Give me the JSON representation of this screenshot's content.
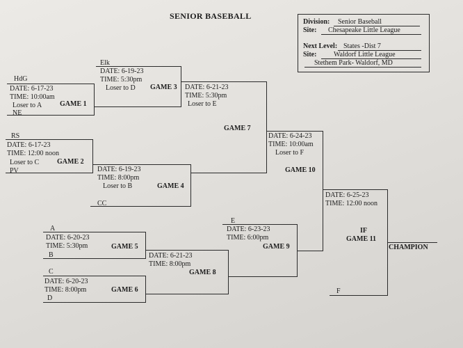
{
  "title": "SENIOR BASEBALL",
  "info": {
    "division_label": "Division:",
    "division_value": "Senior Baseball",
    "site_label": "Site:",
    "site_value": "Chesapeake Little League",
    "next_level_label": "Next Level:",
    "next_level_value": "States -Dist 7",
    "site2_label": "Site:",
    "site2_value": "Waldorf Little League",
    "site2_line2": "Stethem Park-    Waldorf, MD"
  },
  "teams": {
    "hdg": "HdG",
    "ne": "NE",
    "rs": "RS",
    "pv": "PV",
    "elk": "Elk",
    "cc": "CC",
    "a": "A",
    "b": "B",
    "c": "C",
    "d": "D",
    "e": "E",
    "f": "F"
  },
  "games": {
    "g1": {
      "date": "DATE:  6-17-23",
      "time": "TIME:  10:00am",
      "note": "Loser to A",
      "label": "GAME 1"
    },
    "g2": {
      "date": "DATE:  6-17-23",
      "time": "TIME:  12:00 noon",
      "note": "Loser to C",
      "label": "GAME 2"
    },
    "g3": {
      "date": "DATE:  6-19-23",
      "time": "TIME:  5:30pm",
      "note": "Loser to D",
      "label": "GAME 3"
    },
    "g4": {
      "date": "DATE:  6-19-23",
      "time": "TIME:  8:00pm",
      "note": "Loser to B",
      "label": "GAME 4"
    },
    "g5": {
      "date": "DATE:  6-20-23",
      "time": "TIME:  5:30pm",
      "label": "GAME 5"
    },
    "g6": {
      "date": "DATE:  6-20-23",
      "time": "TIME:  8:00pm",
      "label": "GAME 6"
    },
    "g7": {
      "date": "DATE:  6-21-23",
      "time": "TIME:  5:30pm",
      "note": "Loser to E",
      "label": "GAME 7"
    },
    "g8": {
      "date": "DATE:  6-21-23",
      "time": "TIME:  8:00pm",
      "label": "GAME 8"
    },
    "g9": {
      "date": "DATE:  6-23-23",
      "time": "TIME:  6:00pm",
      "label": "GAME 9"
    },
    "g10": {
      "date": "DATE:  6-24-23",
      "time": "TIME:  10:00am",
      "note": "Loser to F",
      "label": "GAME 10"
    },
    "g11": {
      "date": "DATE:  6-25-23",
      "time": "TIME:  12:00 noon",
      "if": "IF",
      "label": "GAME 11"
    }
  },
  "champion": "CHAMPION"
}
